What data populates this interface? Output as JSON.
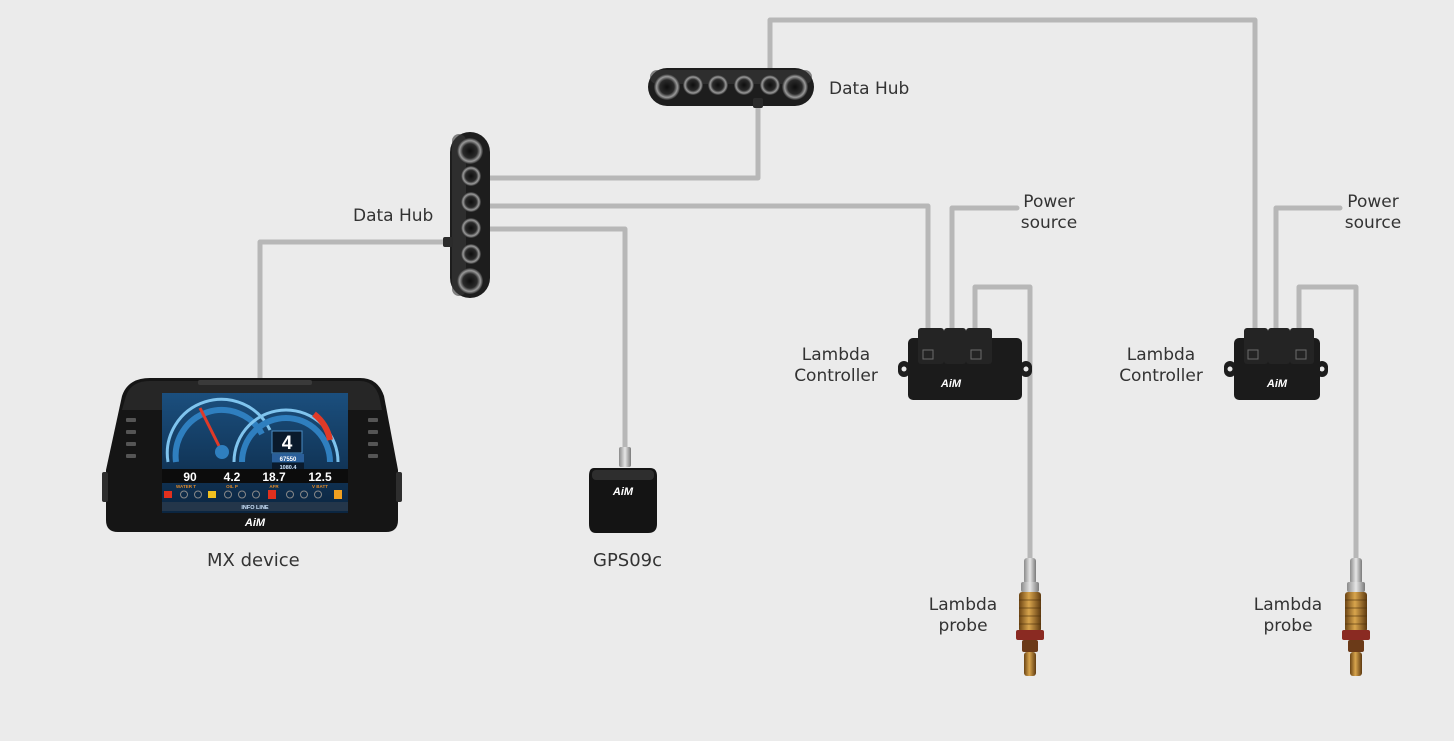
{
  "labels": {
    "hub_top": "Data Hub",
    "hub_left": "Data Hub",
    "mx_device": "MX device",
    "gps": "GPS09c",
    "power_source_1": [
      "Power",
      "source"
    ],
    "power_source_2": [
      "Power",
      "source"
    ],
    "lambda_controller_1": [
      "Lambda",
      "Controller"
    ],
    "lambda_controller_2": [
      "Lambda",
      "Controller"
    ],
    "lambda_probe_1": [
      "Lambda",
      "probe"
    ],
    "lambda_probe_2": [
      "Lambda",
      "probe"
    ]
  },
  "mx_screen": {
    "gear": "4",
    "speed_readout": "67550",
    "odo_readout": "1080.4",
    "values": [
      "90",
      "4.2",
      "18.7",
      "12.5"
    ],
    "value_labels": [
      "WATER T",
      "OIL P",
      "AFR",
      "V BATT"
    ],
    "info_line": "INFO LINE",
    "brand": "AiM"
  },
  "brand_logo": "AiM",
  "colors": {
    "background": "#ebebeb",
    "cable": "#b7b7b7",
    "device_body": "#1c1c1c",
    "screen_blue": "#1c4f7a",
    "probe_brass": "#b07a2e"
  }
}
